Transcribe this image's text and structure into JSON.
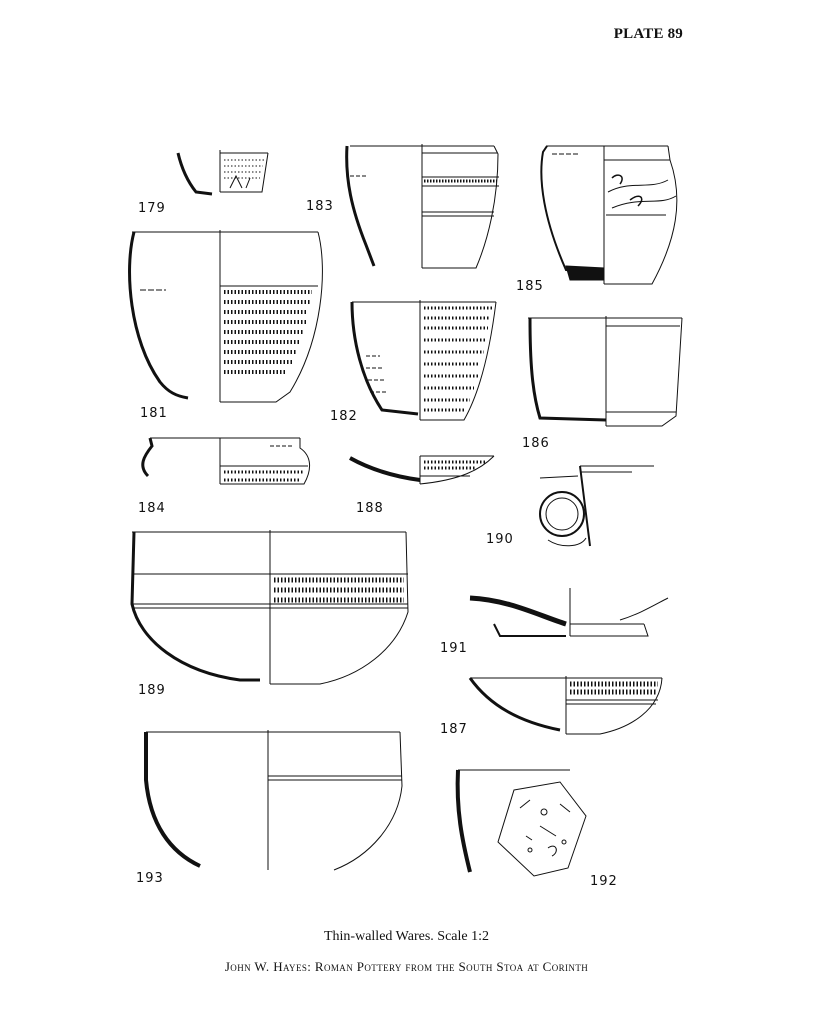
{
  "plate": {
    "title": "PLATE 89"
  },
  "figures": [
    {
      "number": "179"
    },
    {
      "number": "183"
    },
    {
      "number": "185"
    },
    {
      "number": "181"
    },
    {
      "number": "182"
    },
    {
      "number": "186"
    },
    {
      "number": "184"
    },
    {
      "number": "188"
    },
    {
      "number": "190"
    },
    {
      "number": "189"
    },
    {
      "number": "191"
    },
    {
      "number": "187"
    },
    {
      "number": "193"
    },
    {
      "number": "192"
    }
  ],
  "caption": "Thin-walled Wares. Scale 1:2",
  "credit": "John W. Hayes: Roman Pottery from the South Stoa at Corinth"
}
